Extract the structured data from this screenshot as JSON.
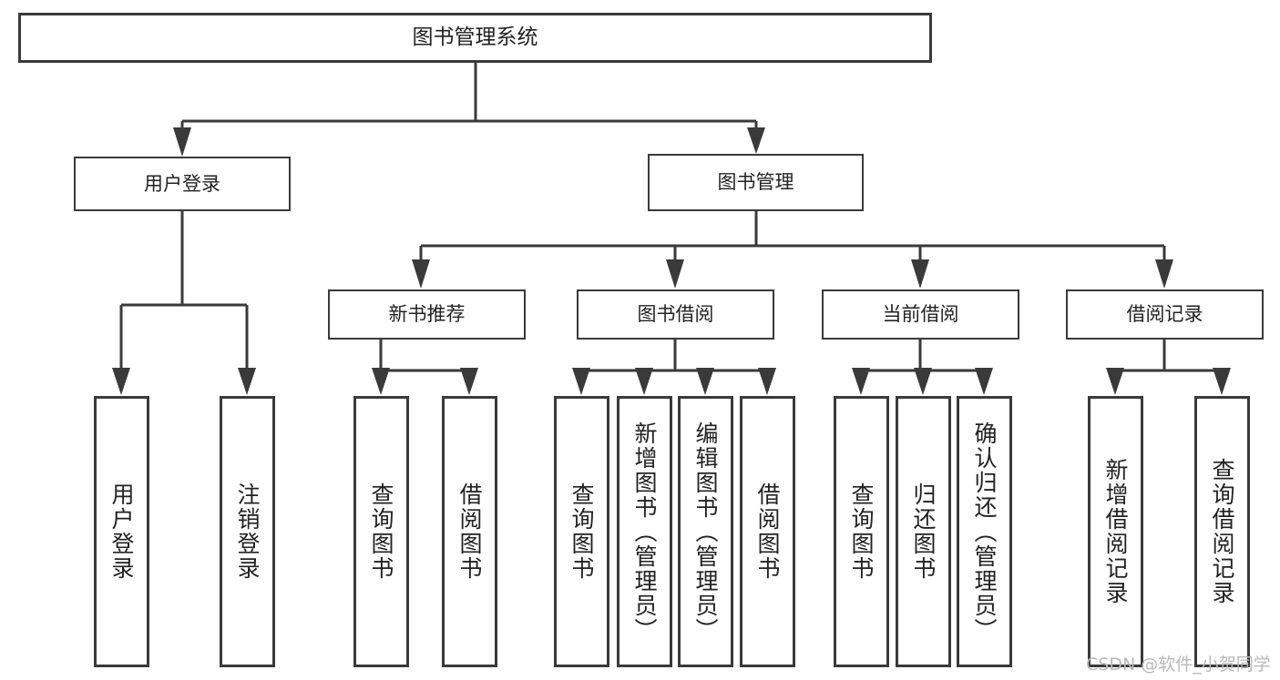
{
  "diagram": {
    "title": "图书管理系统",
    "watermark": "CSDN @软件_小贺同学",
    "accent_color": "#3a3a3a",
    "background_color": "#ffffff",
    "nodes": {
      "root": {
        "label": "图书管理系统"
      },
      "level1": [
        {
          "label": "用户登录"
        },
        {
          "label": "图书管理"
        }
      ],
      "level2": [
        {
          "label": "新书推荐"
        },
        {
          "label": "图书借阅"
        },
        {
          "label": "当前借阅"
        },
        {
          "label": "借阅记录"
        }
      ],
      "leaves": {
        "user_login": [
          {
            "label": "用户登录"
          },
          {
            "label": "注销登录"
          }
        ],
        "new_book": [
          {
            "label": "查询图书"
          },
          {
            "label": "借阅图书"
          }
        ],
        "book_borrow": [
          {
            "label": "查询图书"
          },
          {
            "label": "新增图书（管理员）"
          },
          {
            "label": "编辑图书（管理员）"
          },
          {
            "label": "借阅图书"
          }
        ],
        "current_borrow": [
          {
            "label": "查询图书"
          },
          {
            "label": "归还图书"
          },
          {
            "label": "确认归还（管理员）"
          }
        ],
        "borrow_record": [
          {
            "label": "新增借阅记录"
          },
          {
            "label": "查询借阅记录"
          }
        ]
      }
    }
  }
}
